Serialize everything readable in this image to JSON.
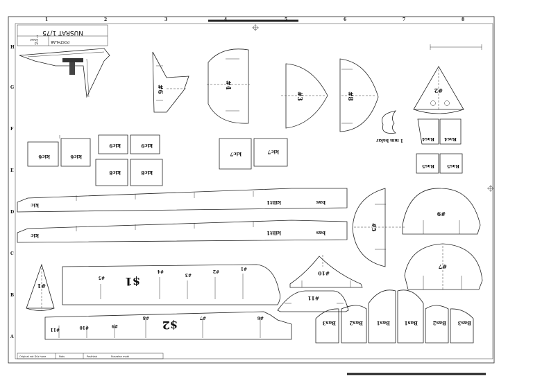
{
  "title_block": {
    "title": "NUSRAT  1/75",
    "subtitle": "POSTHLAB",
    "meta": [
      "A3",
      "Sheet",
      "1"
    ],
    "footer": [
      "Posthlab",
      "Nusratan makt",
      "Notu",
      "Original not Düz hane"
    ]
  },
  "border": {
    "columns": [
      "1",
      "2",
      "3",
      "4",
      "5",
      "6",
      "7",
      "8"
    ],
    "rows": [
      "A",
      "B",
      "C",
      "D",
      "E",
      "F",
      "G",
      "H"
    ]
  },
  "parts": {
    "p6": "#6",
    "p4": "#4",
    "p3": "#3",
    "p8": "#8",
    "p2": "#2",
    "p5": "#5",
    "p9": "#9",
    "p7": "#7",
    "p10": "#10",
    "p11": "#11",
    "p1": "#1",
    "helper": "1 mm bakır",
    "kic6": "kic6",
    "kic9": "kic9",
    "kic8": "kic8",
    "kic7": "kic7",
    "bas4": "Bas4",
    "bas5": "Bas5",
    "bas3": "Bas3",
    "bas2": "Bas2",
    "bas1": "Bas1",
    "omurga_kic": "kic",
    "omurga_kilit": "kilit1",
    "omurga_bas": "bas",
    "s1": "$1",
    "s2": "$2",
    "s1_marks": [
      "#5",
      "#4",
      "#3",
      "#2",
      "#1"
    ],
    "s2_marks": [
      "#11",
      "#10",
      "#9",
      "#8",
      "#7",
      "#6"
    ]
  }
}
